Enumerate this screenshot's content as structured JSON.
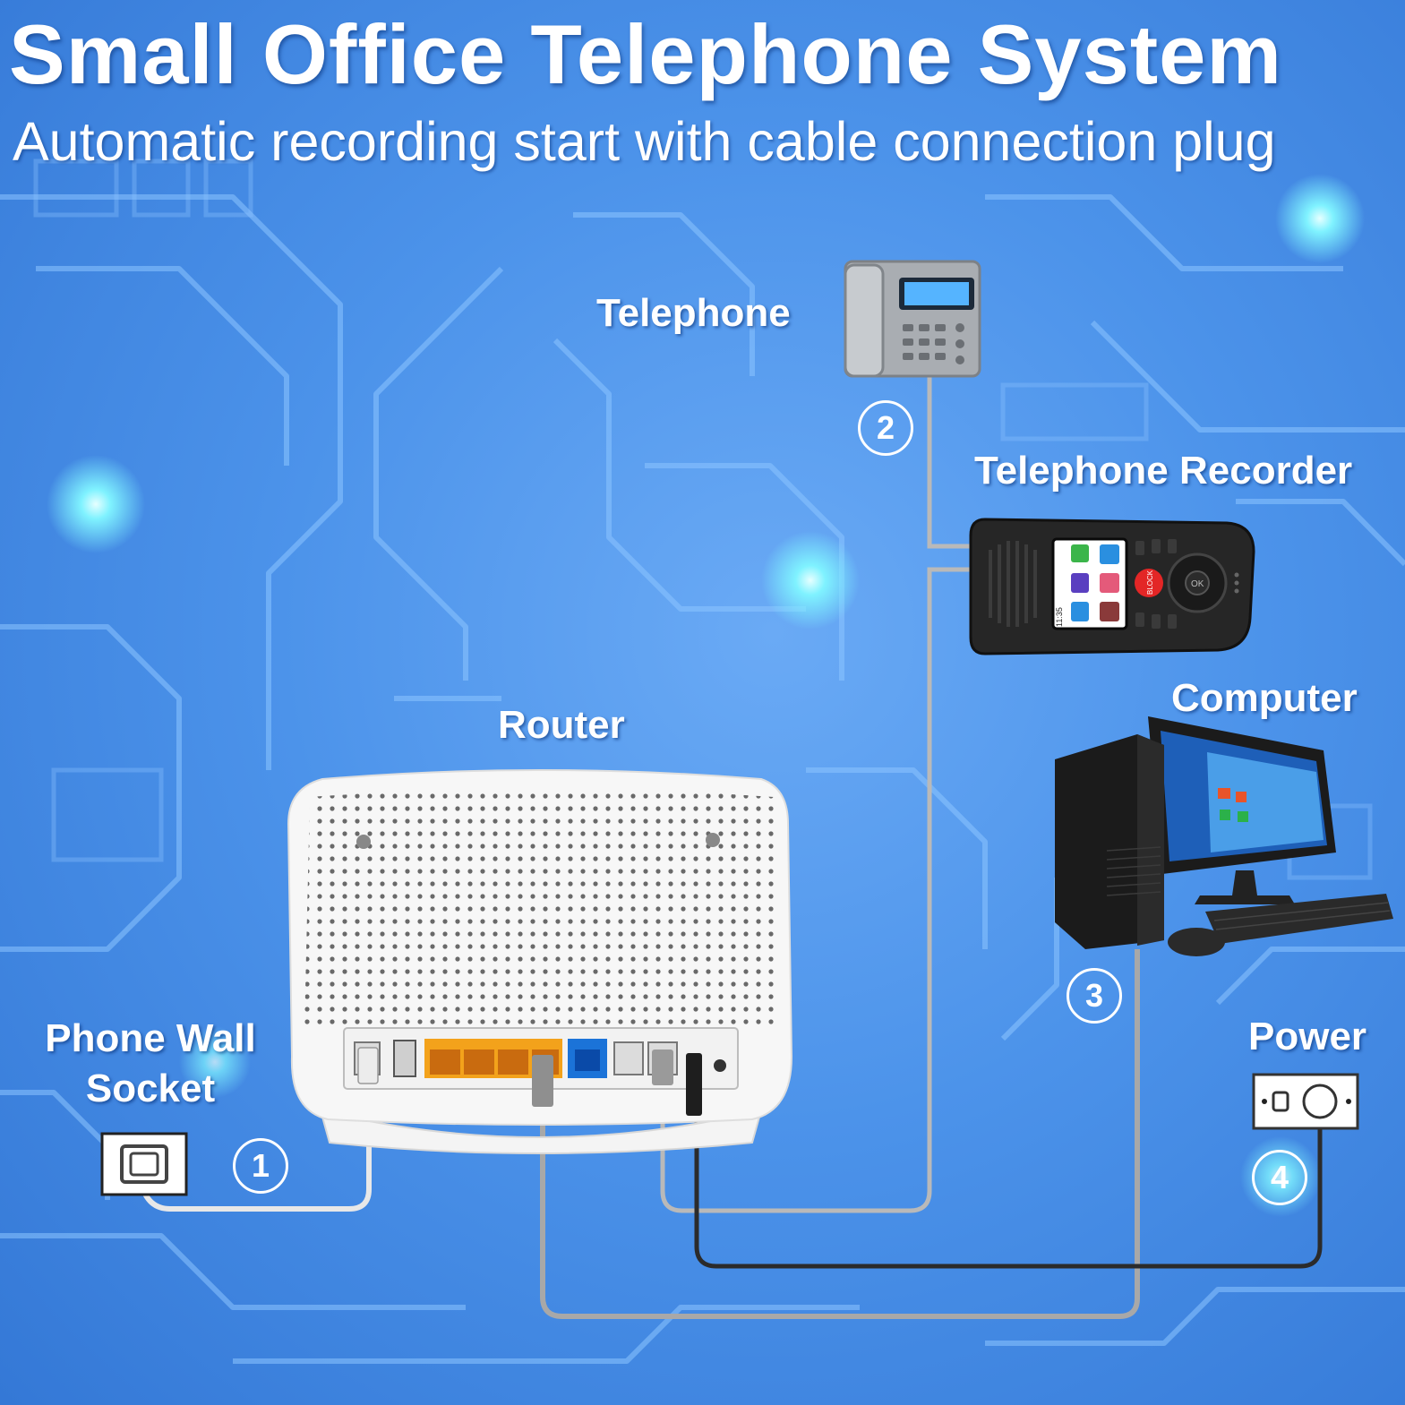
{
  "title": "Small Office Telephone System",
  "subtitle": "Automatic recording start with cable connection plug",
  "devices": {
    "telephone": "Telephone",
    "recorder": "Telephone Recorder",
    "computer": "Computer",
    "router": "Router",
    "wall_socket": "Phone Wall Socket",
    "power": "Power"
  },
  "steps": [
    "1",
    "2",
    "3",
    "4"
  ],
  "recorder_screen": {
    "time": "11:35",
    "block_button": "BLOCK",
    "ok_button": "OK"
  },
  "colors": {
    "background": "#4c93ea",
    "circuit_lines": "#8cc4ff",
    "glow_nodes": "#7ff2ff",
    "cable_light": "#b9b9b9",
    "cable_dark": "#2b2b2b",
    "router_ports": "#f3a21b",
    "label_text": "#ffffff"
  },
  "icons": [
    "telephone-icon",
    "recorder-icon",
    "computer-icon",
    "router-icon",
    "wall-socket-icon",
    "power-outlet-icon"
  ]
}
